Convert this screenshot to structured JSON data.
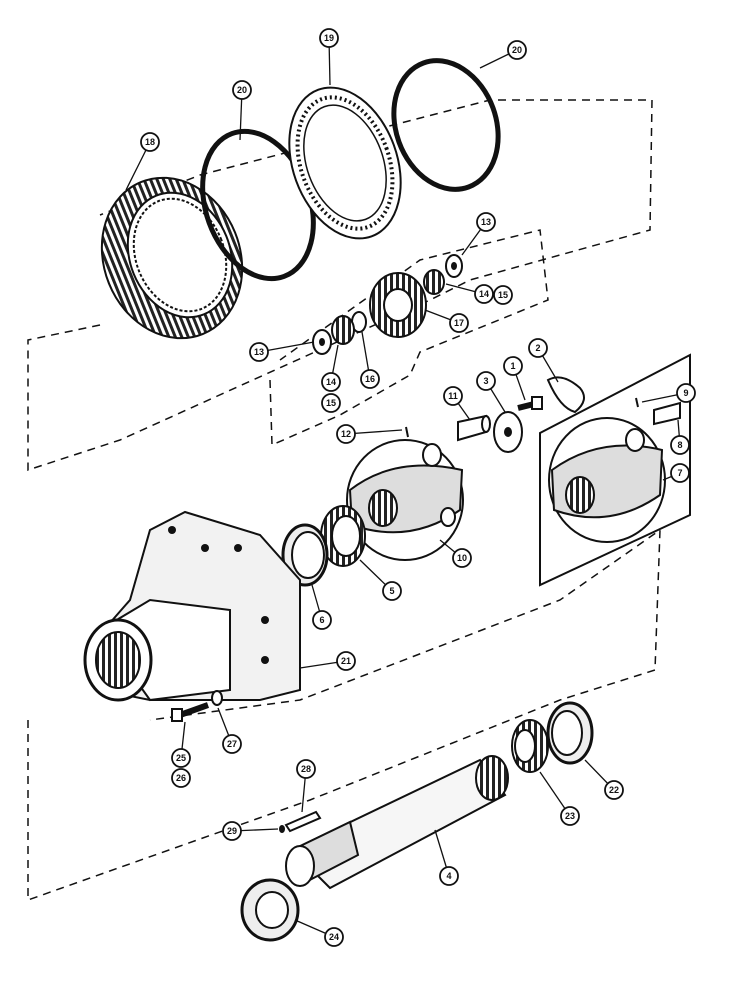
{
  "diagram": {
    "ink_color": "#111111",
    "background": "#ffffff",
    "callouts": [
      {
        "id": "c18",
        "label": "18"
      },
      {
        "id": "c20a",
        "label": "20"
      },
      {
        "id": "c19",
        "label": "19"
      },
      {
        "id": "c20b",
        "label": "20"
      },
      {
        "id": "c13a",
        "label": "13"
      },
      {
        "id": "c14a",
        "label": "14"
      },
      {
        "id": "c15a",
        "label": "15"
      },
      {
        "id": "c17",
        "label": "17"
      },
      {
        "id": "c13b",
        "label": "13"
      },
      {
        "id": "c14b",
        "label": "14"
      },
      {
        "id": "c15b",
        "label": "15"
      },
      {
        "id": "c16",
        "label": "16"
      },
      {
        "id": "c2",
        "label": "2"
      },
      {
        "id": "c1",
        "label": "1"
      },
      {
        "id": "c3",
        "label": "3"
      },
      {
        "id": "c11",
        "label": "11"
      },
      {
        "id": "c12",
        "label": "12"
      },
      {
        "id": "c9",
        "label": "9"
      },
      {
        "id": "c8",
        "label": "8"
      },
      {
        "id": "c7",
        "label": "7"
      },
      {
        "id": "c10",
        "label": "10"
      },
      {
        "id": "c5",
        "label": "5"
      },
      {
        "id": "c6",
        "label": "6"
      },
      {
        "id": "c21",
        "label": "21"
      },
      {
        "id": "c25",
        "label": "25"
      },
      {
        "id": "c26",
        "label": "26"
      },
      {
        "id": "c27",
        "label": "27"
      },
      {
        "id": "c28",
        "label": "28"
      },
      {
        "id": "c29",
        "label": "29"
      },
      {
        "id": "c4",
        "label": "4"
      },
      {
        "id": "c22",
        "label": "22"
      },
      {
        "id": "c23",
        "label": "23"
      },
      {
        "id": "c24",
        "label": "24"
      }
    ]
  }
}
